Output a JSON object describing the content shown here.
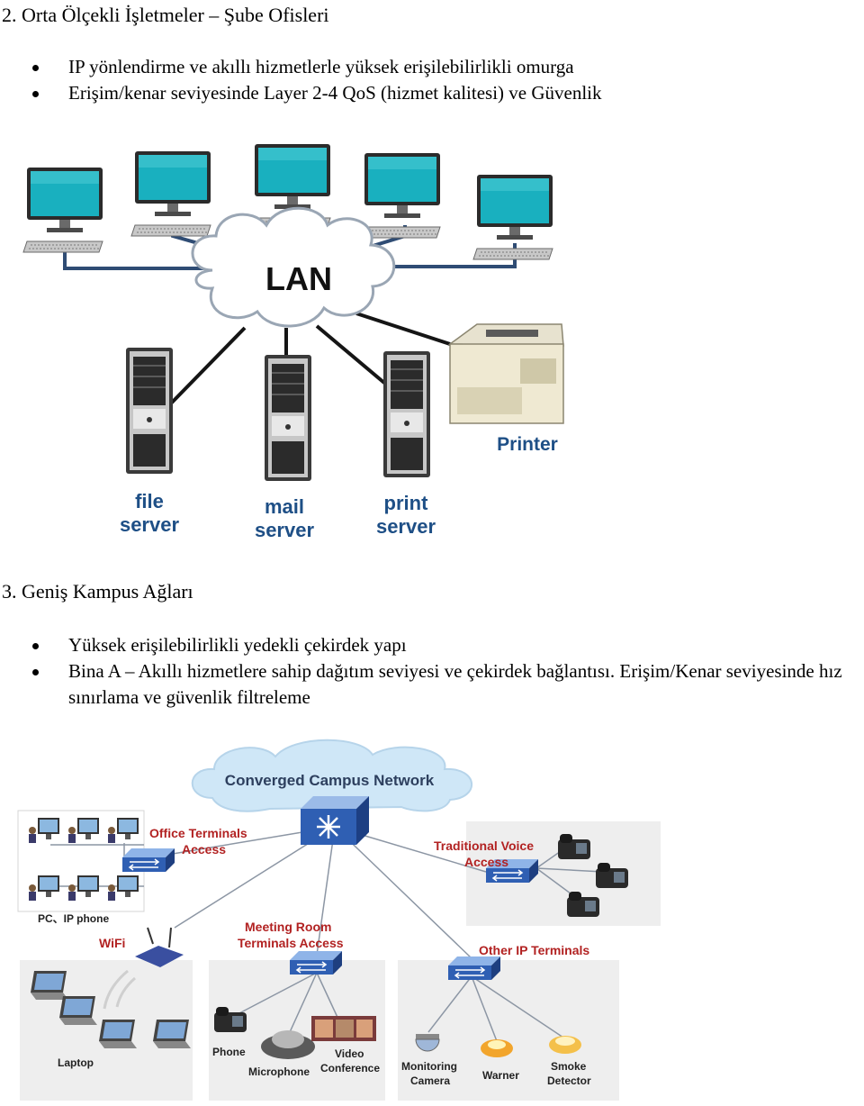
{
  "section2": {
    "heading": "2. Orta Ölçekli İşletmeler – Şube Ofisleri",
    "bullets": [
      "IP yönlendirme ve akıllı hizmetlerle yüksek erişilebilirlikli omurga",
      "Erişim/kenar seviyesinde Layer 2-4 QoS (hizmet kalitesi) ve Güvenlik"
    ],
    "diagram": {
      "cloud_label": "LAN",
      "printer_label": "Printer",
      "servers": [
        {
          "line1": "file",
          "line2": "server"
        },
        {
          "line1": "mail",
          "line2": "server"
        },
        {
          "line1": "print",
          "line2": "server"
        }
      ]
    }
  },
  "section3": {
    "heading": "3. Geniş Kampus Ağları",
    "bullets": [
      "Yüksek erişilebilirlikli yedekli çekirdek yapı",
      "Bina A – Akıllı hizmetlere sahip dağıtım seviyesi ve çekirdek bağlantısı. Erişim/Kenar seviyesinde hız sınırlama ve güvenlik filtreleme"
    ],
    "diagram": {
      "cloud_label": "Converged Campus Network",
      "office_label_1": "Office Terminals",
      "office_label_2": "Access",
      "pc_label": "PC、IP phone",
      "voice_label_1": "Traditional Voice",
      "voice_label_2": "Access",
      "meeting_label_1": "Meeting Room",
      "meeting_label_2": "Terminals Access",
      "wifi_label": "WiFi",
      "other_label": "Other IP Terminals",
      "laptop_label": "Laptop",
      "phone_label": "Phone",
      "microphone_label": "Microphone",
      "video_label_1": "Video",
      "video_label_2": "Conference",
      "camera_label_1": "Monitoring",
      "camera_label_2": "Camera",
      "warner_label": "Warner",
      "smoke_label_1": "Smoke",
      "smoke_label_2": "Detector"
    }
  }
}
